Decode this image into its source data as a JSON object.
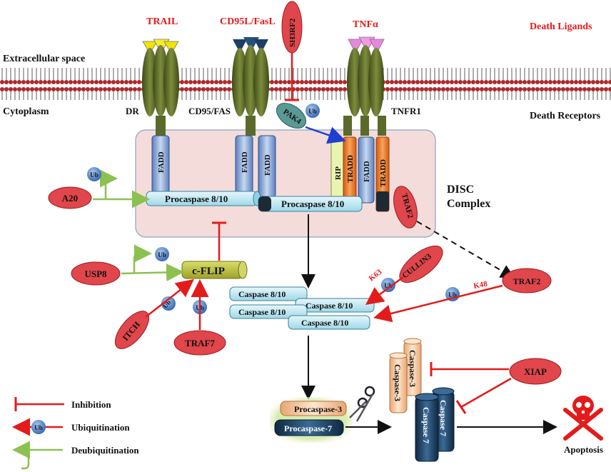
{
  "header": {
    "death_ligands": "Death Ligands",
    "death_receptors": "Death Receptors",
    "extracellular": "Extracellular space",
    "cytoplasm": "Cytoplasm"
  },
  "ligands": {
    "trail": "TRAIL",
    "cd95l": "CD95L/FasL",
    "tnfa": "TNFα"
  },
  "receptors": {
    "dr": "DR",
    "cd95": "CD95/FAS",
    "tnfr1": "TNFR1"
  },
  "disc": {
    "title_line1": "DISC",
    "title_line2": "Complex",
    "fadd": "FADD",
    "tradd": "TRADD",
    "rip": "RIP",
    "traf2": "TRAF2",
    "procaspase_8_10": "Procaspase 8/10"
  },
  "regulators": {
    "sh3rf2": "SH3RF2",
    "pak4": "PAK4",
    "a20": "A20",
    "usp8": "USP8",
    "itch": "ITCH",
    "traf7": "TRAF7",
    "cullin3": "CULLIN3",
    "traf2": "TRAF2",
    "xiap": "XIAP",
    "cflip": "c-FLIP",
    "ub": "Ub",
    "k63": "K63",
    "k48": "K48"
  },
  "caspases": {
    "caspase_8_10": "Caspase 8/10",
    "procaspase_3": "Procaspase-3",
    "procaspase_7": "Procaspase-7",
    "caspase_3": "Caspase-3",
    "caspase_7": "Caspase 7"
  },
  "outcome": {
    "apoptosis": "Apoptosis"
  },
  "legend": {
    "inhibition": "Inhibition",
    "ubiquitination": "Ubiquitination",
    "deubiquitination": "Deubiquitination"
  },
  "colors": {
    "red_label": "#e31b1b",
    "receptor": "#5a6a2a",
    "ellipse": "#e0464b",
    "ub": "#4a82cc",
    "membrane": "#b0282a",
    "disc_fill": "#f3dcda",
    "caspase_box": "#bfe8f2",
    "cflip": "#b7bc3a",
    "dark_blue": "#1d3f63",
    "peach": "#f6c79d",
    "green_arrow": "#8cc152"
  }
}
